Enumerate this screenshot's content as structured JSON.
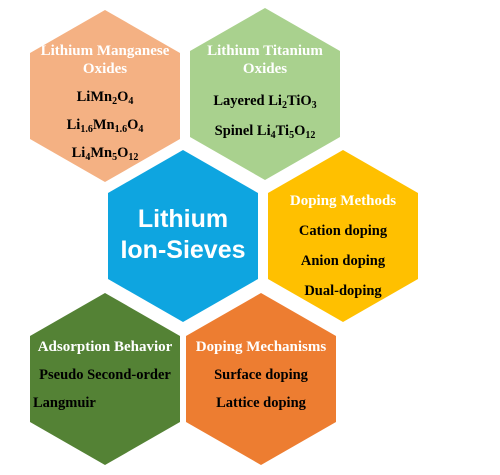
{
  "center": {
    "line1": "Lithium",
    "line2": "Ion-Sieves",
    "color": "#0ea5e0"
  },
  "lmo": {
    "title_line1": "Lithium Manganese",
    "title_line2": "Oxides",
    "items": [
      {
        "parts": [
          {
            "text": "LiMn"
          },
          {
            "text": "2",
            "sub": true
          },
          {
            "text": "O"
          },
          {
            "text": "4",
            "sub": true
          }
        ]
      },
      {
        "parts": [
          {
            "text": "Li"
          },
          {
            "text": "1.6",
            "sub": true
          },
          {
            "text": "Mn"
          },
          {
            "text": "1.6",
            "sub": true
          },
          {
            "text": "O"
          },
          {
            "text": "4",
            "sub": true
          }
        ]
      },
      {
        "parts": [
          {
            "text": "Li"
          },
          {
            "text": "4",
            "sub": true
          },
          {
            "text": "Mn"
          },
          {
            "text": "5",
            "sub": true
          },
          {
            "text": "O"
          },
          {
            "text": "12",
            "sub": true
          }
        ]
      }
    ],
    "color": "#f4b183"
  },
  "lto": {
    "title_line1": "Lithium Titanium",
    "title_line2": "Oxides",
    "items": [
      {
        "parts": [
          {
            "text": "Layered Li"
          },
          {
            "text": "2",
            "sub": true
          },
          {
            "text": "TiO"
          },
          {
            "text": "3",
            "sub": true
          }
        ]
      },
      {
        "parts": [
          {
            "text": "Spinel Li"
          },
          {
            "text": "4",
            "sub": true
          },
          {
            "text": "Ti"
          },
          {
            "text": "5",
            "sub": true
          },
          {
            "text": "O"
          },
          {
            "text": "12",
            "sub": true
          }
        ]
      }
    ],
    "color": "#a9d18e"
  },
  "doping_methods": {
    "title": "Doping Methods",
    "items": [
      "Cation doping",
      "Anion doping",
      "Dual-doping"
    ],
    "color": "#ffc000"
  },
  "adsorption": {
    "title": "Adsorption Behavior",
    "items": [
      "Pseudo Second-order",
      "Langmuir"
    ],
    "color": "#548235"
  },
  "doping_mechanisms": {
    "title": "Doping Mechanisms",
    "items": [
      "Surface doping",
      "Lattice doping"
    ],
    "color": "#ed7d31"
  }
}
